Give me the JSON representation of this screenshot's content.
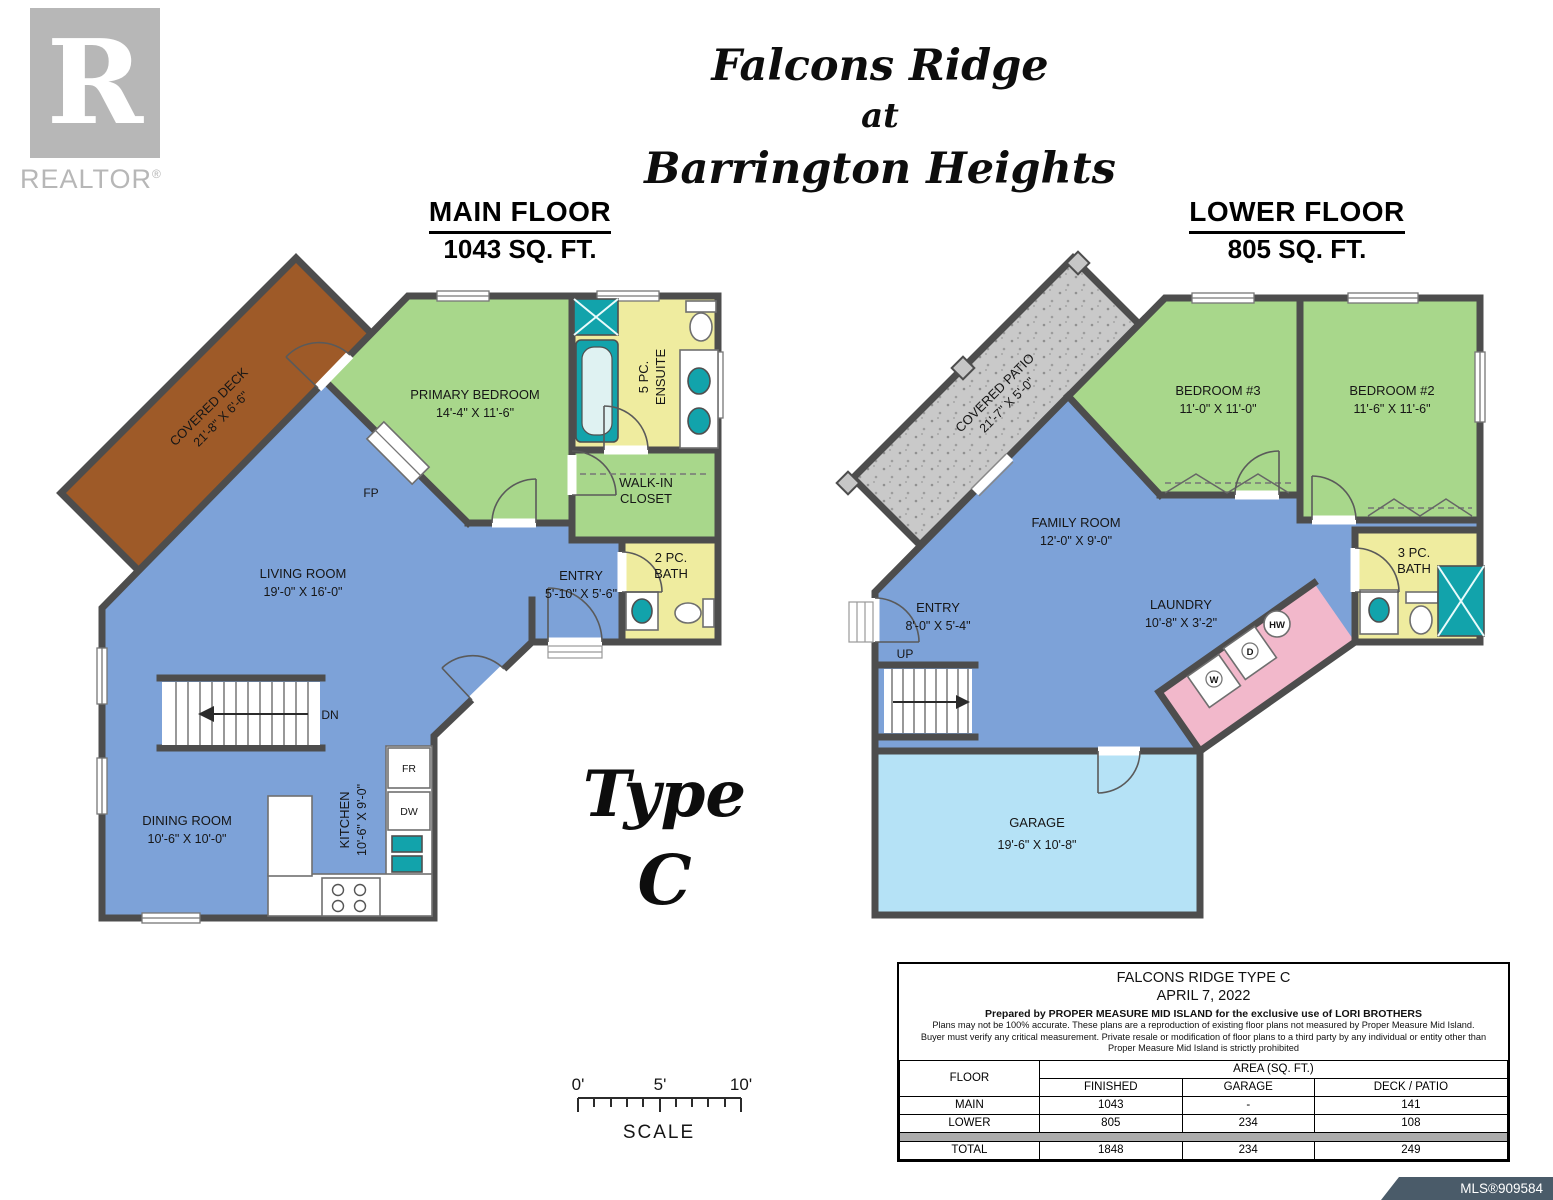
{
  "logo": {
    "r": "R",
    "wordmark": "REALTOR",
    "reg": "®"
  },
  "title": {
    "line1": "Falcons Ridge",
    "line2": "at",
    "line3": "Barrington Heights"
  },
  "type_label": {
    "line1": "Type",
    "line2": "C"
  },
  "main_floor": {
    "heading": "MAIN FLOOR",
    "area": "1043 SQ. FT.",
    "rooms": {
      "covered_deck": {
        "name": "COVERED DECK",
        "dims": "21'-8\" X 6'-6\""
      },
      "primary_bedroom": {
        "name": "PRIMARY BEDROOM",
        "dims": "14'-4\" X 11'-6\""
      },
      "ensuite": {
        "line1": "5 PC.",
        "line2": "ENSUITE"
      },
      "walk_in_closet": {
        "line1": "WALK-IN",
        "line2": "CLOSET"
      },
      "bath": {
        "line1": "2 PC.",
        "line2": "BATH"
      },
      "entry": {
        "name": "ENTRY",
        "dims": "5'-10\" X 5'-6\""
      },
      "living_room": {
        "name": "LIVING ROOM",
        "dims": "19'-0\" X 16'-0\""
      },
      "dining_room": {
        "name": "DINING ROOM",
        "dims": "10'-6\" X 10'-0\""
      },
      "kitchen": {
        "name": "KITCHEN",
        "dims": "10'-6\" X 9'-0\""
      }
    },
    "annotations": {
      "fp": "FP",
      "dn": "DN",
      "fr": "FR",
      "dw": "DW"
    }
  },
  "lower_floor": {
    "heading": "LOWER FLOOR",
    "area": "805 SQ. FT.",
    "rooms": {
      "covered_patio": {
        "name": "COVERED PATIO",
        "dims": "21'-7\" X 5'-0\""
      },
      "bedroom3": {
        "name": "BEDROOM #3",
        "dims": "11'-0\" X 11'-0\""
      },
      "bedroom2": {
        "name": "BEDROOM #2",
        "dims": "11'-6\" X 11'-6\""
      },
      "family_room": {
        "name": "FAMILY ROOM",
        "dims": "12'-0\" X 9'-0\""
      },
      "bath": {
        "line1": "3 PC.",
        "line2": "BATH"
      },
      "entry": {
        "name": "ENTRY",
        "dims": "8'-0\" X 5'-4\""
      },
      "laundry": {
        "name": "LAUNDRY",
        "dims": "10'-8\" X 3'-2\""
      },
      "garage": {
        "name": "GARAGE",
        "dims": "19'-6\" X 10'-8\""
      }
    },
    "annotations": {
      "up": "UP",
      "w": "W",
      "d": "D",
      "hw": "HW"
    }
  },
  "scale_bar": {
    "tick0": "0'",
    "tick5": "5'",
    "tick10": "10'",
    "label": "SCALE"
  },
  "info_table": {
    "title": "FALCONS RIDGE TYPE C",
    "date": "APRIL 7, 2022",
    "prepared": "Prepared by PROPER MEASURE MID ISLAND for the exclusive use of LORI BROTHERS",
    "disclaimer1": "Plans may not be 100% accurate. These plans are a reproduction of existing floor plans not measured by  Proper Measure Mid Island.",
    "disclaimer2": "Buyer must verify any critical measurement.  Private resale  or modification of floor plans to a third party by any individual or entity other than",
    "disclaimer3": "Proper Measure Mid Island is strictly prohibited",
    "col_floor": "FLOOR",
    "col_area": "AREA (SQ. FT.)",
    "col_finished": "FINISHED",
    "col_garage": "GARAGE",
    "col_deck": "DECK / PATIO",
    "rows": [
      {
        "floor": "MAIN",
        "finished": "1043",
        "garage": "-",
        "deck": "141"
      },
      {
        "floor": "LOWER",
        "finished": "805",
        "garage": "234",
        "deck": "108"
      },
      {
        "floor": "TOTAL",
        "finished": "1848",
        "garage": "234",
        "deck": "249"
      }
    ]
  },
  "mls": "MLS®909584",
  "colors": {
    "wall": "#4d4d4d",
    "living": "#7da2d8",
    "bedroom": "#a8d78b",
    "bath": "#efec9f",
    "deck": "#9e5a28",
    "patio": "#c9c9c9",
    "laundry": "#f2b8cb",
    "garage": "#b5e2f6",
    "fixture": "#12a3ab"
  }
}
